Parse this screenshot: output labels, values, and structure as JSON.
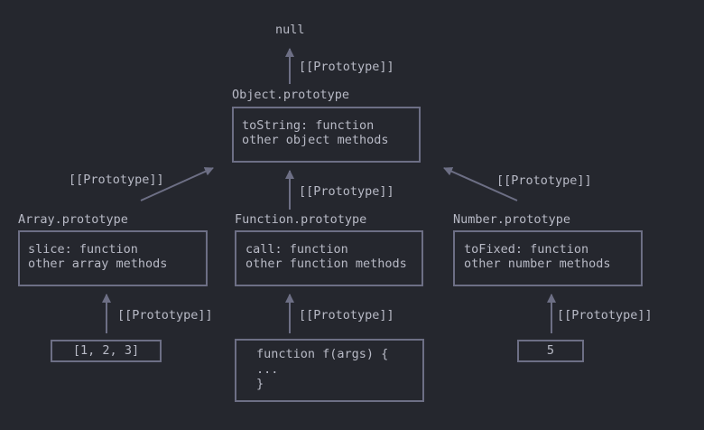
{
  "null_label": "null",
  "proto_link": "[[Prototype]]",
  "object_proto": {
    "title": "Object.prototype",
    "lines": [
      "toString: function",
      "other object methods"
    ]
  },
  "array_proto": {
    "title": "Array.prototype",
    "lines": [
      "slice: function",
      "other array methods"
    ]
  },
  "function_proto": {
    "title": "Function.prototype",
    "lines": [
      "call: function",
      "other function methods"
    ]
  },
  "number_proto": {
    "title": "Number.prototype",
    "lines": [
      "toFixed: function",
      "other number methods"
    ]
  },
  "array_instance": "[1, 2, 3]",
  "function_instance": [
    "function f(args) {",
    "...",
    "}"
  ],
  "number_instance": "5",
  "colors": {
    "background": "#25272e",
    "stroke": "#6d6f85",
    "text": "#b8bac6"
  }
}
